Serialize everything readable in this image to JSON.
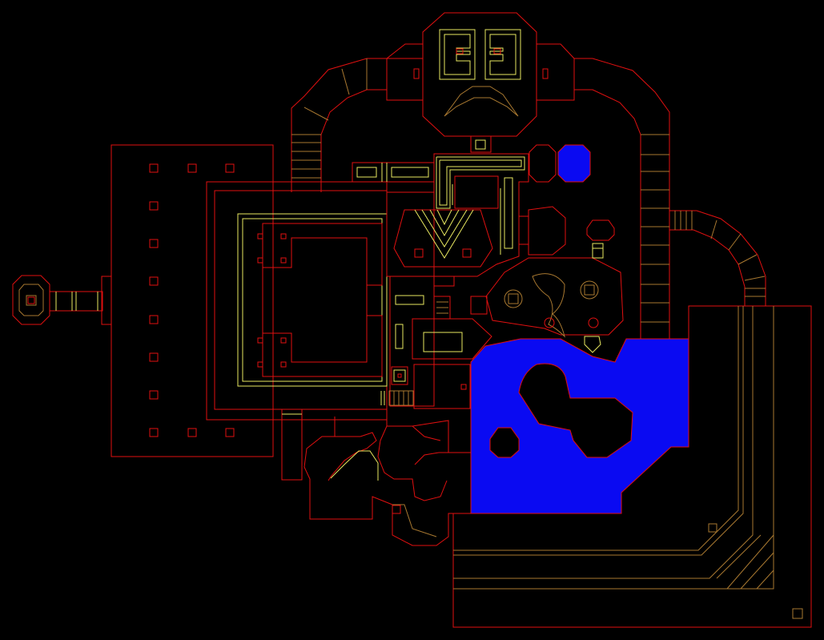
{
  "view": "automap",
  "colors": {
    "background": "#000000",
    "solid_wall": "#e01010",
    "step_edge": "#a87830",
    "ceiling_edge": "#e8e860",
    "liquid": "#0a0af2"
  },
  "regions": [
    {
      "id": "west-hall",
      "kind": "room"
    },
    {
      "id": "big-chamber",
      "kind": "room"
    },
    {
      "id": "face-room",
      "kind": "room"
    },
    {
      "id": "pool-large",
      "kind": "liquid"
    },
    {
      "id": "pool-small",
      "kind": "liquid"
    },
    {
      "id": "south-east-wing",
      "kind": "room"
    },
    {
      "id": "west-pod",
      "kind": "room"
    },
    {
      "id": "caves",
      "kind": "room"
    }
  ]
}
